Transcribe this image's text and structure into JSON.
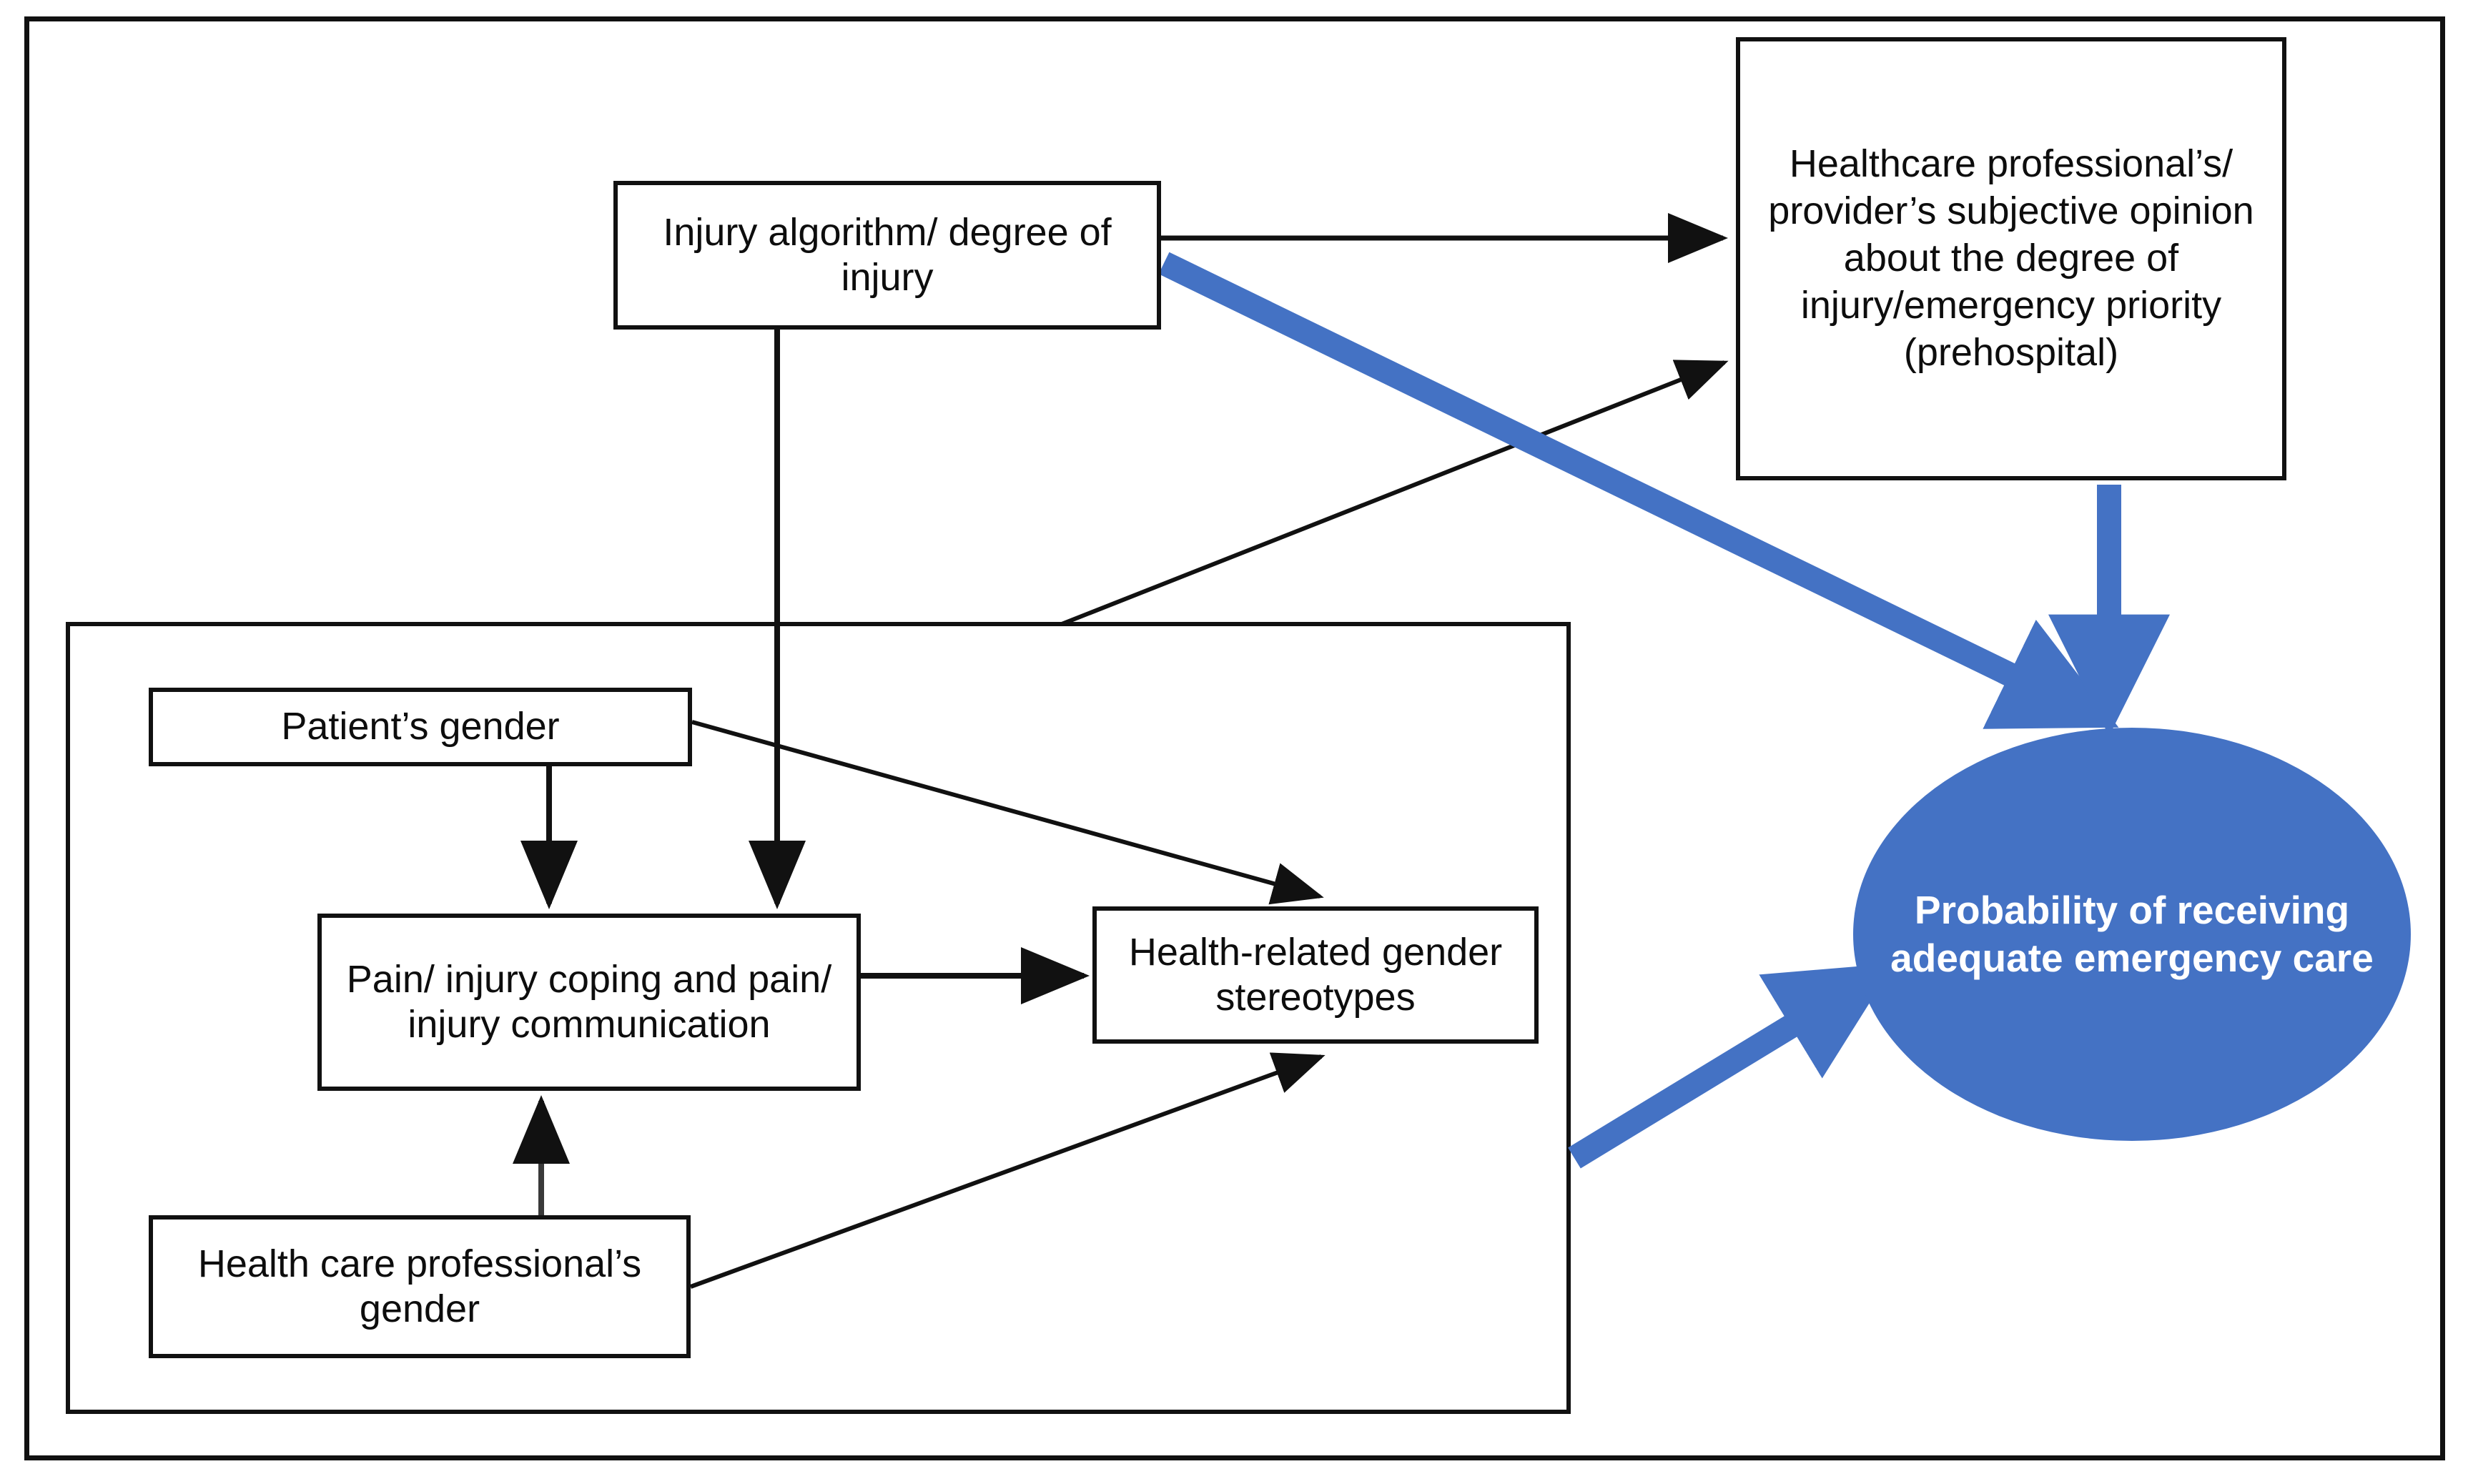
{
  "diagram": {
    "title_visible": false,
    "colors": {
      "blue_accent": "#4472C4",
      "outline": "#111111",
      "background": "#ffffff",
      "text": "#0d0d0d",
      "ellipse_text": "#ffffff"
    },
    "nodes": {
      "injury_algorithm": "Injury algorithm/ degree of injury",
      "hcp_opinion": "Healthcare professional’s/ provider’s subjective opinion about the degree of injury/emergency priority (prehospital)",
      "patient_gender": "Patient’s gender",
      "pain_coping": "Pain/ injury coping and pain/ injury communication",
      "gender_stereotypes": "Health-related gender stereotypes",
      "hcp_gender": "Health care professional’s gender",
      "outcome": "Probability of receiving adequate emergency care"
    },
    "edges": [
      {
        "id": "e1",
        "from": "injury_algorithm",
        "to": "hcp_opinion",
        "style": "thin-black-arrow"
      },
      {
        "id": "e2",
        "from": "injury_algorithm",
        "to": "pain_coping",
        "style": "thin-black-arrow"
      },
      {
        "id": "e3",
        "from": "injury_algorithm",
        "to": "outcome",
        "style": "thick-blue-arrow"
      },
      {
        "id": "e4",
        "from": "inner_group",
        "to": "hcp_opinion",
        "style": "thin-black-arrow"
      },
      {
        "id": "e5",
        "from": "hcp_opinion",
        "to": "outcome",
        "style": "thick-blue-arrow"
      },
      {
        "id": "e6",
        "from": "inner_group",
        "to": "outcome",
        "style": "thick-blue-arrow"
      },
      {
        "id": "e7",
        "from": "patient_gender",
        "to": "pain_coping",
        "style": "thin-black-arrow"
      },
      {
        "id": "e8",
        "from": "patient_gender",
        "to": "gender_stereotypes",
        "style": "thin-black-arrow"
      },
      {
        "id": "e9",
        "from": "pain_coping",
        "to": "gender_stereotypes",
        "style": "thin-black-arrow"
      },
      {
        "id": "e10",
        "from": "hcp_gender",
        "to": "pain_coping",
        "style": "thin-black-arrow"
      },
      {
        "id": "e11",
        "from": "hcp_gender",
        "to": "gender_stereotypes",
        "style": "thin-black-arrow"
      }
    ]
  }
}
